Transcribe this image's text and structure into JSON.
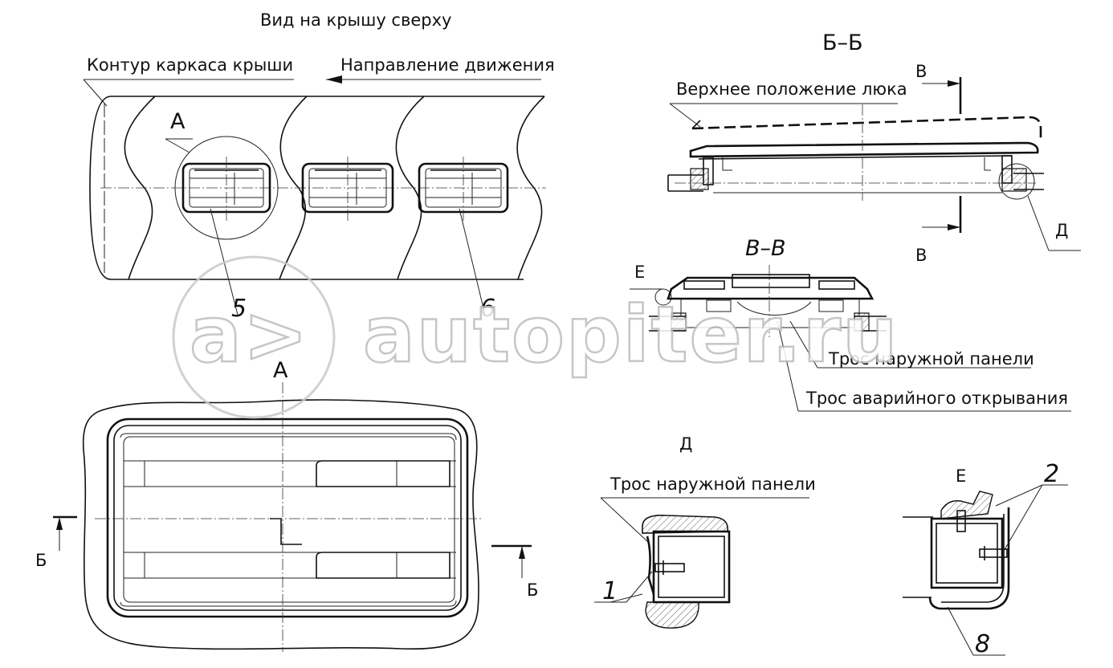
{
  "top_view": {
    "title": "Вид на крышу сверху",
    "roof_frame_contour": "Контур каркаса крыши",
    "direction_of_travel": "Направление движения",
    "detail_a_callout": "А",
    "item_5": "5",
    "item_6": "6"
  },
  "detail_a": {
    "title": "А",
    "section_mark_left": "Б",
    "section_mark_right": "Б"
  },
  "section_bb": {
    "title": "Б–Б",
    "upper_hatch_position": "Верхнее положение люка",
    "section_mark_top": "В",
    "section_mark_bottom": "В",
    "detail_d_callout": "Д"
  },
  "section_vv": {
    "title": "В–В",
    "detail_e_callout": "Е",
    "outer_panel_cable": "Трос наружной панели",
    "emergency_opening_cable": "Трос аварийного открывания"
  },
  "detail_d": {
    "title": "Д",
    "outer_panel_cable": "Трос наружной панели",
    "item_1": "1"
  },
  "detail_e": {
    "title": "Е",
    "item_2": "2",
    "item_8": "8"
  },
  "watermark": {
    "logo_text": "autopiter.ru",
    "icon": "autopiter-logo-icon"
  }
}
